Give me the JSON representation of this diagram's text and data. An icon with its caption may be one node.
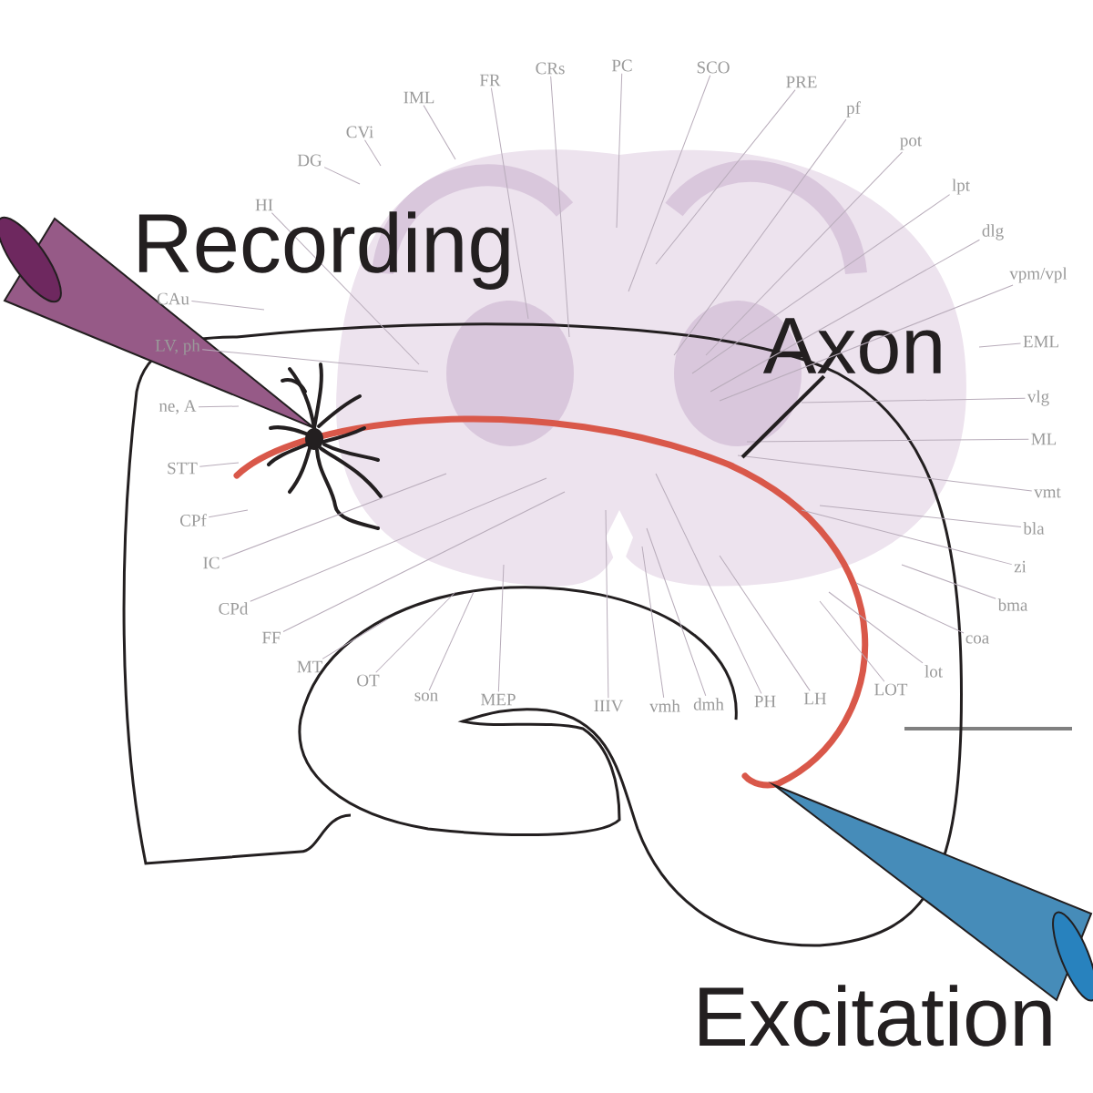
{
  "diagram": {
    "nodes": [
      {
        "text": [
          "IML"
        ]
      },
      {
        "text": [
          "FR"
        ]
      },
      {
        "text": [
          "CRs"
        ]
      },
      {
        "text": [
          "PC"
        ]
      },
      {
        "text": [
          "SCO"
        ]
      },
      {
        "text": [
          "PRE"
        ]
      },
      {
        "text": [
          "pf"
        ]
      },
      {
        "text": [
          "pot"
        ]
      },
      {
        "text": [
          "lpt"
        ]
      },
      {
        "text": [
          "dlg"
        ]
      },
      {
        "text": [
          "vpm/vpl"
        ]
      },
      {
        "text": [
          "EML"
        ]
      },
      {
        "text": [
          "vlg"
        ]
      },
      {
        "text": [
          "ML"
        ]
      },
      {
        "text": [
          "vmt"
        ]
      },
      {
        "text": [
          "bla"
        ]
      },
      {
        "text": [
          "zi"
        ]
      },
      {
        "text": [
          "bma"
        ]
      },
      {
        "text": [
          "coa"
        ]
      },
      {
        "text": [
          "lot"
        ]
      },
      {
        "text": [
          "LOT"
        ]
      },
      {
        "text": [
          "LH"
        ]
      },
      {
        "text": [
          "PH"
        ]
      },
      {
        "text": [
          "dmh"
        ]
      },
      {
        "text": [
          "vmh"
        ]
      },
      {
        "text": [
          "IIIV"
        ]
      },
      {
        "text": [
          "MEP"
        ]
      },
      {
        "text": [
          "son"
        ]
      },
      {
        "text": [
          "OT"
        ]
      },
      {
        "text": [
          "MT"
        ]
      },
      {
        "text": [
          "FF"
        ]
      },
      {
        "text": [
          "CPd"
        ]
      },
      {
        "text": [
          "IC"
        ]
      },
      {
        "text": [
          "CPf"
        ]
      },
      {
        "text": [
          "STT"
        ]
      },
      {
        "text": [
          "ne, A"
        ]
      },
      {
        "text": [
          "LV, ph"
        ]
      },
      {
        "text": [
          "CAu"
        ]
      },
      {
        "text": [
          "HI"
        ]
      },
      {
        "text": [
          "DG"
        ]
      },
      {
        "text": [
          "CVi"
        ]
      },
      {
        "text": [
          "Axon"
        ]
      }
    ],
    "edges": [
      {
        "from": 0,
        "to": null,
        "arrow": "none"
      },
      {
        "from": 1,
        "to": null,
        "arrow": "none"
      },
      {
        "from": 2,
        "to": null,
        "arrow": "none"
      },
      {
        "from": 3,
        "to": null,
        "arrow": "none"
      },
      {
        "from": 4,
        "to": null,
        "arrow": "none"
      },
      {
        "from": 5,
        "to": null,
        "arrow": "none"
      },
      {
        "from": 6,
        "to": null,
        "arrow": "none"
      },
      {
        "from": 7,
        "to": null,
        "arrow": "none"
      },
      {
        "from": 8,
        "to": null,
        "arrow": "none"
      },
      {
        "from": 9,
        "to": null,
        "arrow": "none"
      },
      {
        "from": 10,
        "to": null,
        "arrow": "none"
      },
      {
        "from": 11,
        "to": null,
        "arrow": "none"
      },
      {
        "from": 12,
        "to": null,
        "arrow": "none"
      },
      {
        "from": 13,
        "to": null,
        "arrow": "none"
      },
      {
        "from": 14,
        "to": null,
        "arrow": "none"
      },
      {
        "from": 15,
        "to": null,
        "arrow": "none"
      },
      {
        "from": 16,
        "to": null,
        "arrow": "none"
      },
      {
        "from": 17,
        "to": null,
        "arrow": "none"
      },
      {
        "from": 18,
        "to": null,
        "arrow": "none"
      },
      {
        "from": 19,
        "to": null,
        "arrow": "none"
      },
      {
        "from": 20,
        "to": null,
        "arrow": "none"
      },
      {
        "from": 21,
        "to": null,
        "arrow": "none"
      },
      {
        "from": 22,
        "to": null,
        "arrow": "none"
      },
      {
        "from": 23,
        "to": null,
        "arrow": "none"
      },
      {
        "from": 24,
        "to": null,
        "arrow": "none"
      },
      {
        "from": 25,
        "to": null,
        "arrow": "none"
      },
      {
        "from": 26,
        "to": null,
        "arrow": "none"
      },
      {
        "from": 27,
        "to": null,
        "arrow": "none"
      },
      {
        "from": 28,
        "to": null,
        "arrow": "none"
      },
      {
        "from": 29,
        "to": null,
        "arrow": "none"
      },
      {
        "from": 30,
        "to": null,
        "arrow": "none"
      },
      {
        "from": 31,
        "to": null,
        "arrow": "none"
      },
      {
        "from": 32,
        "to": null,
        "arrow": "none"
      },
      {
        "from": 33,
        "to": null,
        "arrow": "none"
      },
      {
        "from": 34,
        "to": null,
        "arrow": "none"
      },
      {
        "from": 35,
        "to": null,
        "arrow": "none"
      },
      {
        "from": 36,
        "to": null,
        "arrow": "none"
      },
      {
        "from": 37,
        "to": null,
        "arrow": "none"
      },
      {
        "from": 38,
        "to": null,
        "arrow": "none"
      },
      {
        "from": 39,
        "to": null,
        "arrow": "none"
      },
      {
        "from": 40,
        "to": null,
        "arrow": "none"
      },
      {
        "from": 41,
        "to": null,
        "arrow": "none",
        "style": "thick",
        "color": "#231f20"
      }
    ],
    "labels": [
      "Recording",
      "Excitation"
    ]
  }
}
